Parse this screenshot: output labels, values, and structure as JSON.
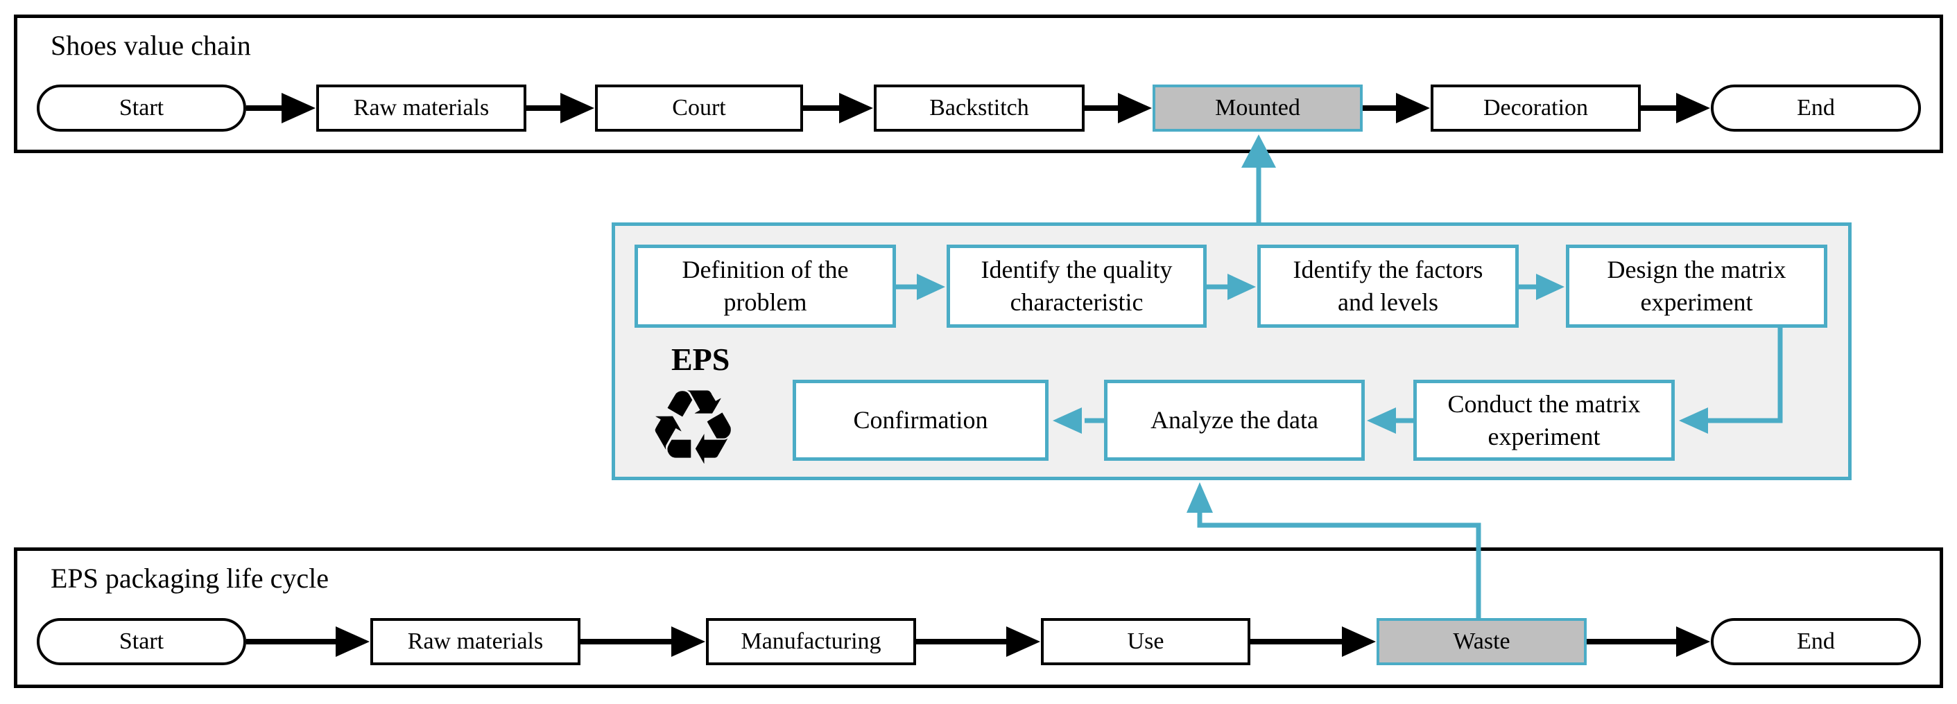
{
  "colors": {
    "accent_blue": "#4BACC6",
    "highlight_fill": "#BFBFBF",
    "panel_background": "#F0F0F0",
    "line_black": "#000000"
  },
  "top_chain": {
    "title": "Shoes value chain",
    "nodes": [
      {
        "label": "Start",
        "type": "terminator"
      },
      {
        "label": "Raw materials",
        "type": "process"
      },
      {
        "label": "Court",
        "type": "process"
      },
      {
        "label": "Backstitch",
        "type": "process"
      },
      {
        "label": "Mounted",
        "type": "process",
        "highlighted": true
      },
      {
        "label": "Decoration",
        "type": "process"
      },
      {
        "label": "End",
        "type": "terminator"
      }
    ]
  },
  "eps_panel": {
    "label": "EPS",
    "icon": "recycle-icon",
    "icon_glyph": "♻",
    "steps_row1": [
      {
        "label": "Definition of the problem"
      },
      {
        "label": "Identify the quality characteristic"
      },
      {
        "label": "Identify the factors and levels"
      },
      {
        "label": "Design the matrix experiment"
      }
    ],
    "steps_row2": [
      {
        "label": "Confirmation"
      },
      {
        "label": "Analyze the data"
      },
      {
        "label": "Conduct the matrix experiment"
      }
    ]
  },
  "bottom_chain": {
    "title": "EPS packaging life cycle",
    "nodes": [
      {
        "label": "Start",
        "type": "terminator"
      },
      {
        "label": "Raw materials",
        "type": "process"
      },
      {
        "label": "Manufacturing",
        "type": "process"
      },
      {
        "label": "Use",
        "type": "process"
      },
      {
        "label": "Waste",
        "type": "process",
        "highlighted": true
      },
      {
        "label": "End",
        "type": "terminator"
      }
    ]
  }
}
